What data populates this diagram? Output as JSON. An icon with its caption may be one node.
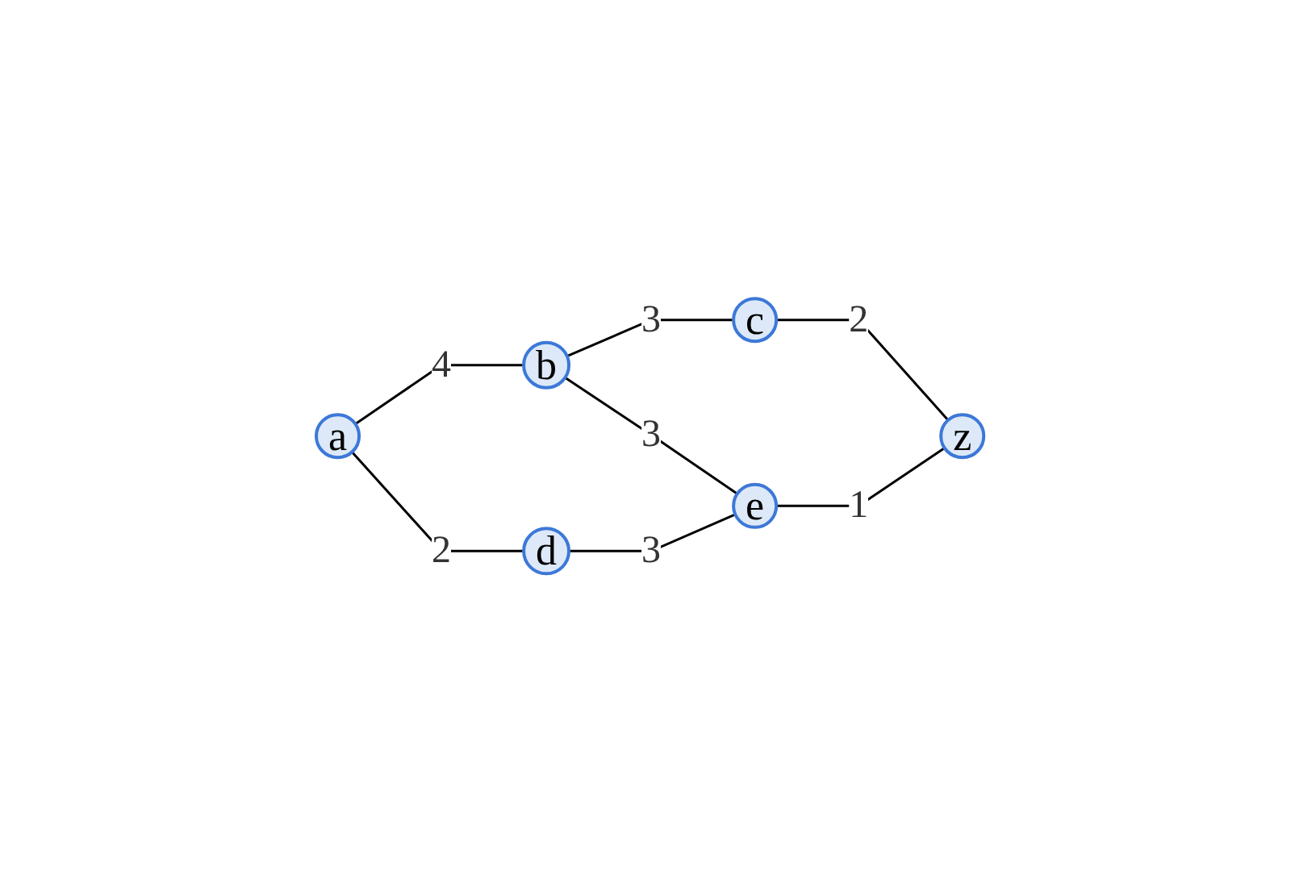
{
  "diagram": {
    "nodes": [
      {
        "text": [
          "a"
        ]
      },
      {
        "text": [
          "b"
        ]
      },
      {
        "text": [
          "c"
        ]
      },
      {
        "text": [
          "d"
        ]
      },
      {
        "text": [
          "e"
        ]
      },
      {
        "text": [
          "z"
        ]
      }
    ],
    "edges": [
      {
        "from": 0,
        "to": 1,
        "arrow": "none",
        "label": "4"
      },
      {
        "from": 0,
        "to": 3,
        "arrow": "none",
        "label": "2"
      },
      {
        "from": 1,
        "to": 2,
        "arrow": "none",
        "label": "3"
      },
      {
        "from": 1,
        "to": 4,
        "arrow": "none",
        "label": "3"
      },
      {
        "from": 3,
        "to": 4,
        "arrow": "none",
        "label": "3"
      },
      {
        "from": 2,
        "to": 5,
        "arrow": "none",
        "label": "2"
      },
      {
        "from": 4,
        "to": 5,
        "arrow": "none",
        "label": "1"
      }
    ]
  }
}
